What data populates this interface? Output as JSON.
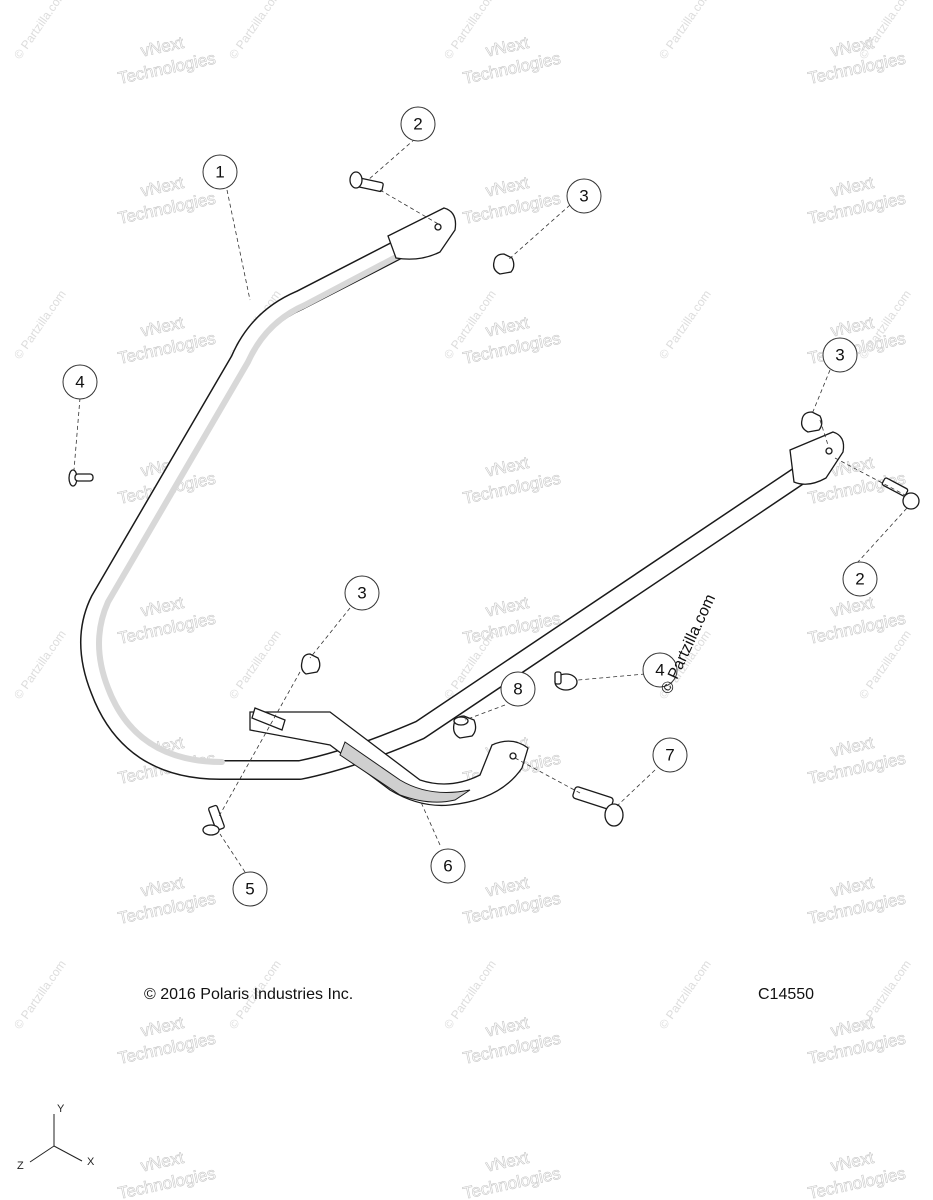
{
  "watermarks": {
    "brand_line1": "vNext",
    "brand_line2": "Technologies",
    "site": "© Partzilla.com"
  },
  "callouts": [
    {
      "id": "1",
      "label": "1"
    },
    {
      "id": "2a",
      "label": "2"
    },
    {
      "id": "3a",
      "label": "3"
    },
    {
      "id": "3b",
      "label": "3"
    },
    {
      "id": "4a",
      "label": "4"
    },
    {
      "id": "2b",
      "label": "2"
    },
    {
      "id": "3c",
      "label": "3"
    },
    {
      "id": "4b",
      "label": "4"
    },
    {
      "id": "8",
      "label": "8"
    },
    {
      "id": "7",
      "label": "7"
    },
    {
      "id": "6",
      "label": "6"
    },
    {
      "id": "5",
      "label": "5"
    }
  ],
  "inline_watermark": "© Partzilla.com",
  "copyright": "© 2016 Polaris Industries Inc.",
  "drawing_code": "C14550",
  "axes": {
    "x": "X",
    "y": "Y",
    "z": "Z"
  }
}
